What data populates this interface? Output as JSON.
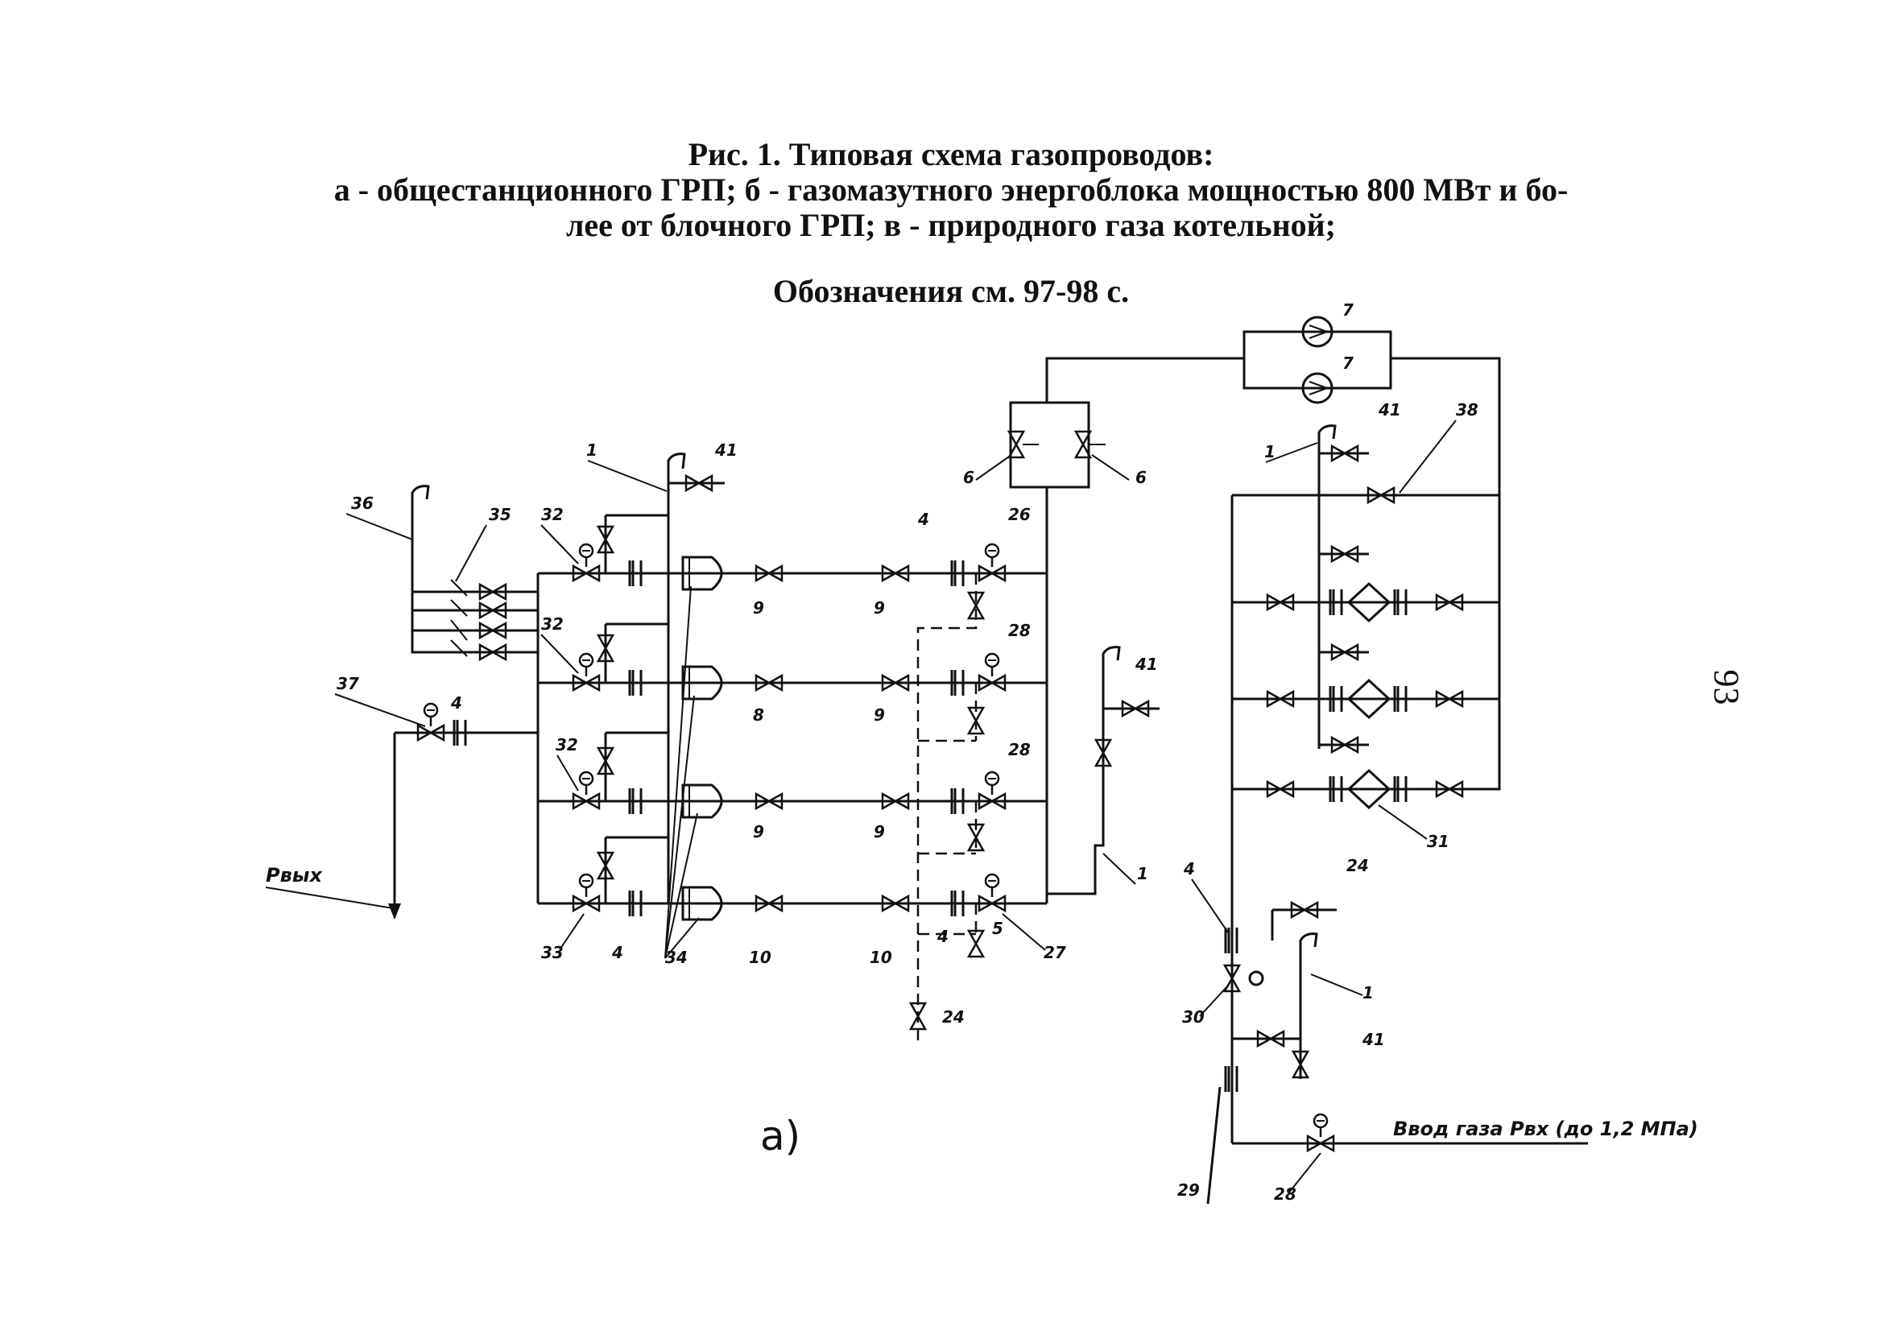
{
  "caption": {
    "line1": "Рис. 1. Типовая схема газопроводов:",
    "line2": "а - общестанционного ГРП; б - газомазутного энергоблока мощностью 800 МВт и бо-",
    "line3": "лее от блочного ГРП; в - природного газа котельной;",
    "line4": "Обозначения см.  97-98 с."
  },
  "page_number": "93",
  "diagram": {
    "figure_letter": "а)",
    "outlet_pressure_label": "Pвых",
    "inlet_label": "Ввод газа Pвх (до 1,2 МПа)",
    "labels": {
      "n1": "1",
      "n4": "4",
      "n5": "5",
      "n6": "6",
      "n7": "7",
      "n8": "8",
      "n9": "9",
      "n10": "10",
      "n24": "24",
      "n26": "26",
      "n27": "27",
      "n28": "28",
      "n29": "29",
      "n30": "30",
      "n31": "31",
      "n32": "32",
      "n33": "33",
      "n34": "34",
      "n35": "35",
      "n36": "36",
      "n37": "37",
      "n38": "38",
      "n41": "41",
      "n28b": "28"
    }
  },
  "colors": {
    "ink": "#111111",
    "paper": "#ffffff"
  }
}
